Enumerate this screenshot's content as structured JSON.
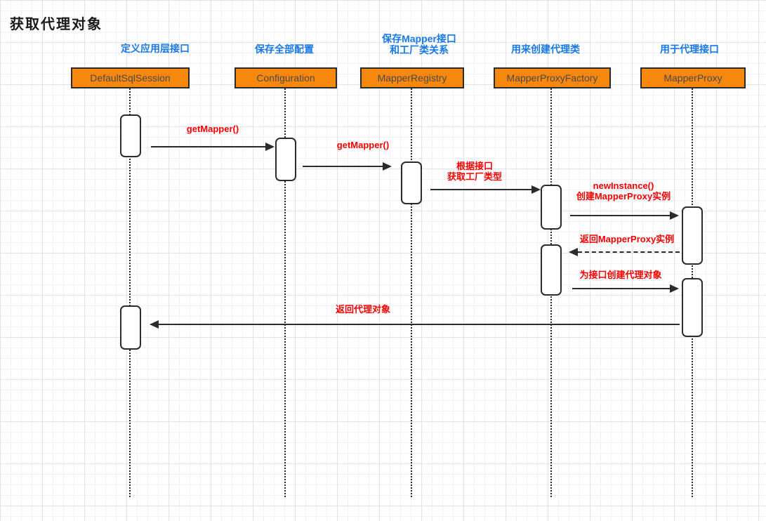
{
  "title": "获取代理对象",
  "colors": {
    "participant_fill": "#F7870D",
    "participant_border": "#2B2B2B",
    "participant_text": "#4B4B4B",
    "note_text_blue": "#1778E8",
    "message_text_red": "#F50000",
    "line_dark": "#2B2B2B",
    "grid_line": "#E3E3E3",
    "background": "#FFFFFF"
  },
  "participants": [
    {
      "name": "DefaultSqlSession",
      "note": "定义应用层接口"
    },
    {
      "name": "Configuration",
      "note": "保存全部配置"
    },
    {
      "name": "MapperRegistry",
      "note_line1": "保存Mapper接口",
      "note_line2": "和工厂类关系"
    },
    {
      "name": "MapperProxyFactory",
      "note": "用来创建代理类"
    },
    {
      "name": "MapperProxy",
      "note": "用于代理接口"
    }
  ],
  "messages": [
    {
      "label": "getMapper()",
      "from": "DefaultSqlSession",
      "to": "Configuration",
      "line": "solid",
      "direction": "right"
    },
    {
      "label": "getMapper()",
      "from": "Configuration",
      "to": "MapperRegistry",
      "line": "solid",
      "direction": "right"
    },
    {
      "label_line1": "根据接口",
      "label_line2": "获取工厂类型",
      "from": "MapperRegistry",
      "to": "MapperProxyFactory",
      "line": "solid",
      "direction": "right"
    },
    {
      "label_line1": "newInstance()",
      "label_line2": "创建MapperProxy实例",
      "from": "MapperProxyFactory",
      "to": "MapperProxy",
      "line": "solid",
      "direction": "right"
    },
    {
      "label": "返回MapperProxy实例",
      "from": "MapperProxy",
      "to": "MapperProxyFactory",
      "line": "dashed",
      "direction": "left"
    },
    {
      "label": "为接口创建代理对象",
      "from": "MapperProxyFactory",
      "to": "MapperProxy",
      "line": "solid",
      "direction": "right"
    },
    {
      "label": "返回代理对象",
      "from": "MapperProxy",
      "to": "DefaultSqlSession",
      "line": "solid",
      "direction": "left"
    }
  ]
}
